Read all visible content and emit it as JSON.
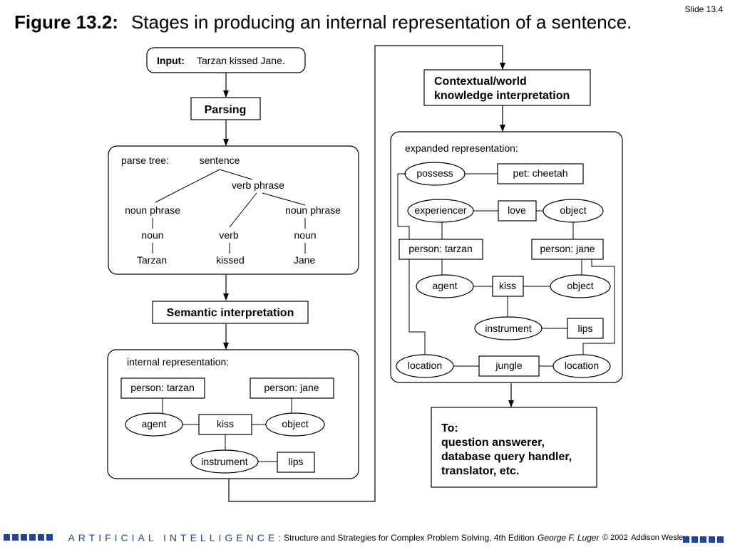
{
  "slide_number": "Slide 13.4",
  "title": {
    "figure_label": "Figure 13.2:",
    "text": "Stages in producing an internal representation of a sentence."
  },
  "flow": {
    "input_label": "Input:",
    "input_text": "Tarzan kissed Jane.",
    "parsing": "Parsing",
    "semantic_interpretation": "Semantic interpretation",
    "contextual_line1": "Contextual/world",
    "contextual_line2": "knowledge interpretation",
    "to_lines": [
      "To:",
      "question answerer,",
      "database query handler,",
      "translator, etc."
    ]
  },
  "parse_tree": {
    "heading": "parse tree:",
    "sentence": "sentence",
    "verb_phrase": "verb phrase",
    "noun_phrase_left": "noun phrase",
    "noun_phrase_right": "noun phrase",
    "noun_left": "noun",
    "verb": "verb",
    "noun_right": "noun",
    "tarzan": "Tarzan",
    "kissed": "kissed",
    "jane": "Jane"
  },
  "internal_rep": {
    "heading": "internal representation:",
    "person_tarzan": "person: tarzan",
    "person_jane": "person: jane",
    "agent": "agent",
    "kiss": "kiss",
    "object": "object",
    "instrument": "instrument",
    "lips": "lips"
  },
  "expanded_rep": {
    "heading": "expanded representation:",
    "possess": "possess",
    "pet_cheetah": "pet: cheetah",
    "experiencer": "experiencer",
    "love": "love",
    "object_top": "object",
    "person_tarzan": "person: tarzan",
    "person_jane": "person: jane",
    "agent": "agent",
    "kiss": "kiss",
    "object_mid": "object",
    "instrument": "instrument",
    "lips": "lips",
    "location_left": "location",
    "jungle": "jungle",
    "location_right": "location"
  },
  "footer": {
    "ai_text": "ARTIFICIAL INTELLIGENCE",
    "colon": ":",
    "subtitle": "Structure and Strategies for Complex Problem Solving, 4th Edition",
    "author": "George F. Luger",
    "copyright": "© 2002",
    "publisher": "Addison Wesley"
  },
  "colors": {
    "accent_blue": "#1d44a6",
    "ink": "#000000"
  }
}
